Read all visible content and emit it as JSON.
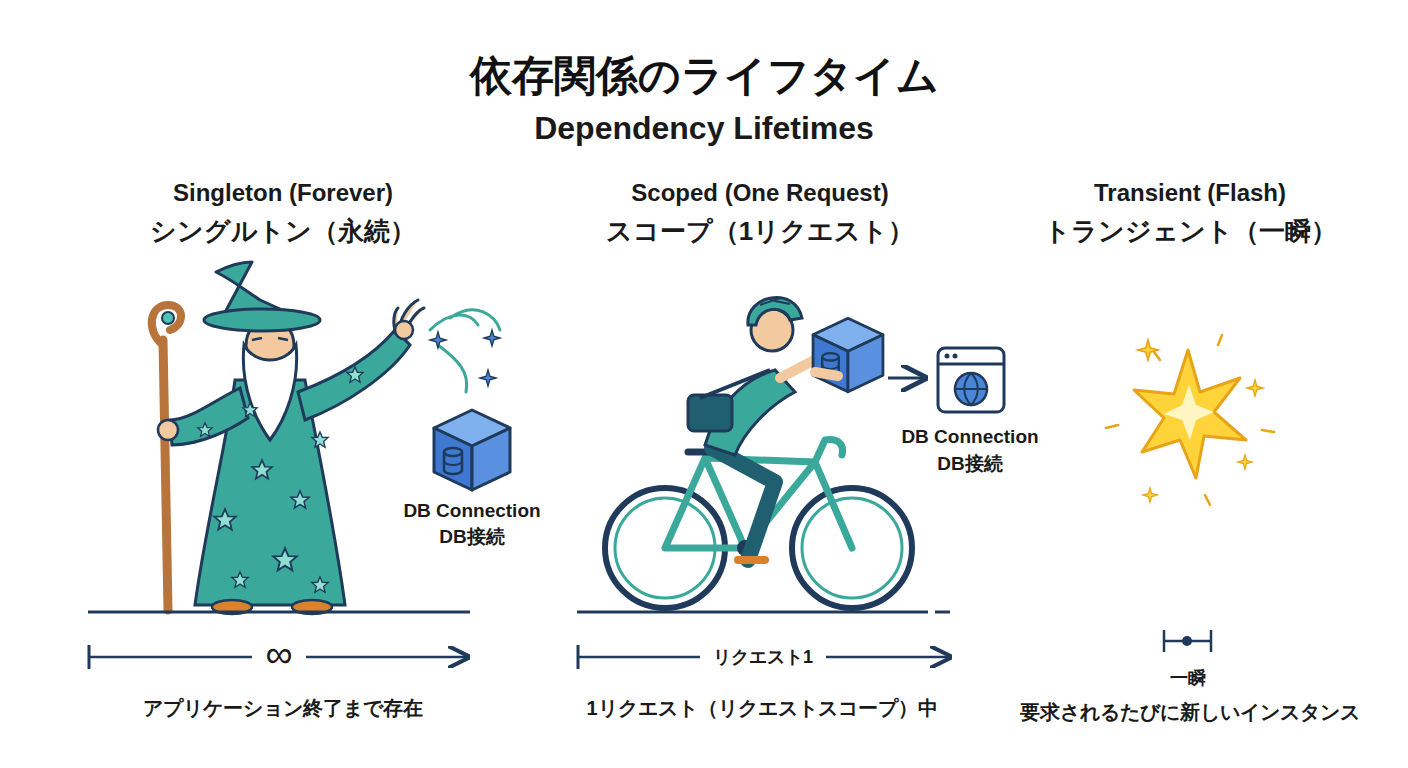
{
  "diagram": {
    "title": "依存関係のライフタイム",
    "labels": [
      "Dependency Lifetimes",
      "Singleton (Forever)",
      "シングルトン（永続）",
      "Scoped (One Request)",
      "スコープ（1リクエスト）",
      "Transient (Flash)",
      "トランジェント（一瞬）",
      "DB Connection",
      "DB接続",
      "DB Connection",
      "DB接続",
      "∞",
      "リクエスト1",
      "一瞬",
      "アプリケーション終了まで存在",
      "1リクエスト（リクエストスコープ）中",
      "要求されるたびに新しいインスタンス"
    ]
  }
}
